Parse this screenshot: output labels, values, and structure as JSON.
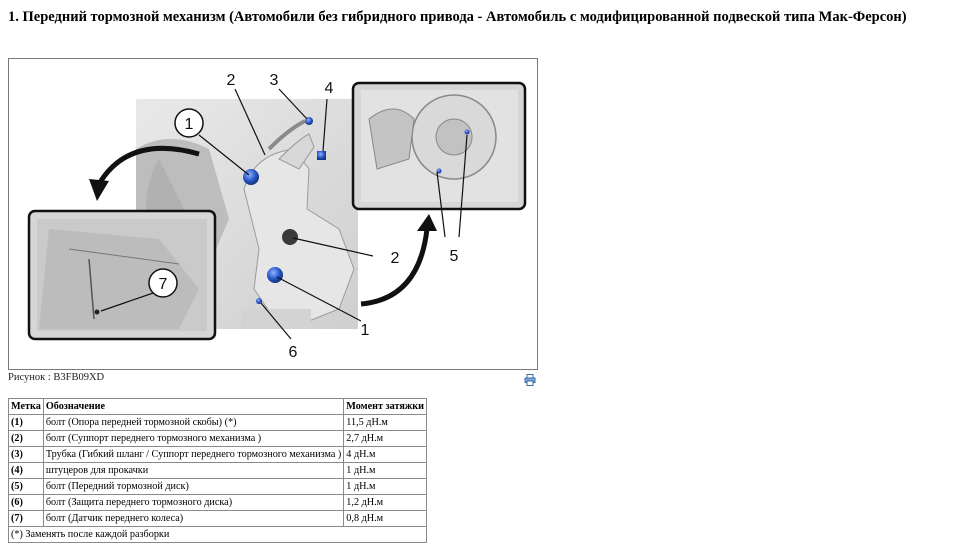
{
  "heading": "1. Передний тормозной механизм (Автомобили без гибридного привода - Автомобиль с модифицированной подвеской типа Мак-Ферсон)",
  "figure": {
    "caption": "Рисунок : B3FB09XD",
    "callouts": {
      "c1_top": "1",
      "c2_top": "2",
      "c3": "3",
      "c4": "4",
      "c7": "7",
      "c5": "5",
      "c2_right": "2",
      "c1_bottom": "1",
      "c6": "6"
    },
    "print_icon": "print-icon"
  },
  "table": {
    "headers": [
      "Метка",
      "Обозначение",
      "Момент затяжки"
    ],
    "rows": [
      {
        "label": "(1)",
        "name": "болт (Опора передней тормозной скобы) (*)",
        "torque": "11,5 дН.м"
      },
      {
        "label": "(2)",
        "name": "болт (Суппорт переднего тормозного механизма )",
        "torque": "2,7 дН.м"
      },
      {
        "label": "(3)",
        "name": "Трубка (Гибкий шланг / Суппорт переднего тормозного механизма )",
        "torque": "4 дН.м"
      },
      {
        "label": "(4)",
        "name": "штуцеров для прокачки",
        "torque": "1 дН.м"
      },
      {
        "label": "(5)",
        "name": "болт (Передний тормозной диск)",
        "torque": "1 дН.м"
      },
      {
        "label": "(6)",
        "name": "болт (Защита переднего тормозного диска)",
        "torque": "1,2 дН.м"
      },
      {
        "label": "(7)",
        "name": "болт (Датчик переднего колеса)",
        "torque": "0,8 дН.м"
      }
    ],
    "footnote": "(*) Заменять после каждой разборки"
  },
  "colors": {
    "bolt_blue": "#2a57c8",
    "photo_gray": "#c9c9c9",
    "border": "#7a7a7a"
  }
}
